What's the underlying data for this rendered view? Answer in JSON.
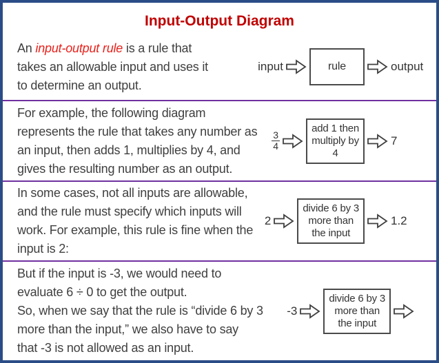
{
  "title": "Input-Output Diagram",
  "colors": {
    "frame_border": "#2b4d87",
    "divider": "#7030a0",
    "title_red": "#c00000",
    "term_accent_red": "#e8211b",
    "body_text": "#3f3f3f"
  },
  "icons": {
    "flow_arrow": "block-arrow-icon"
  },
  "sections": [
    {
      "text_before": "An ",
      "term": "input-output rule",
      "text_after": " is a rule that\ntakes an allowable input and uses it\nto determine an output.",
      "diagram": {
        "input": "input",
        "rule_lines": [
          "rule"
        ],
        "output": "output"
      }
    },
    {
      "text": "For example, the following diagram\nrepresents the rule that takes any number as\nan input, then adds 1, multiplies by 4, and\ngives the resulting number as an output.",
      "diagram": {
        "input_numerator": "3",
        "input_denominator": "4",
        "rule_lines": [
          "add 1 then",
          "multiply by",
          "4"
        ],
        "output": "7"
      }
    },
    {
      "text": "In some cases, not all inputs are allowable,\nand the rule must specify which inputs will\nwork. For example, this rule is fine when the\ninput is 2:",
      "diagram": {
        "input": "2",
        "rule_lines": [
          "divide 6 by 3",
          "more than",
          "the input"
        ],
        "output": "1.2"
      }
    },
    {
      "text": "But if the input is -3, we would need to\nevaluate 6 ÷ 0 to get the output.\nSo, when we say that the rule is “divide 6 by 3\nmore than the input,” we also have to say\nthat -3 is not allowed as an input.",
      "diagram": {
        "input": "-3",
        "rule_lines": [
          "divide 6 by 3",
          "more than",
          "the input"
        ],
        "output": ""
      }
    }
  ]
}
